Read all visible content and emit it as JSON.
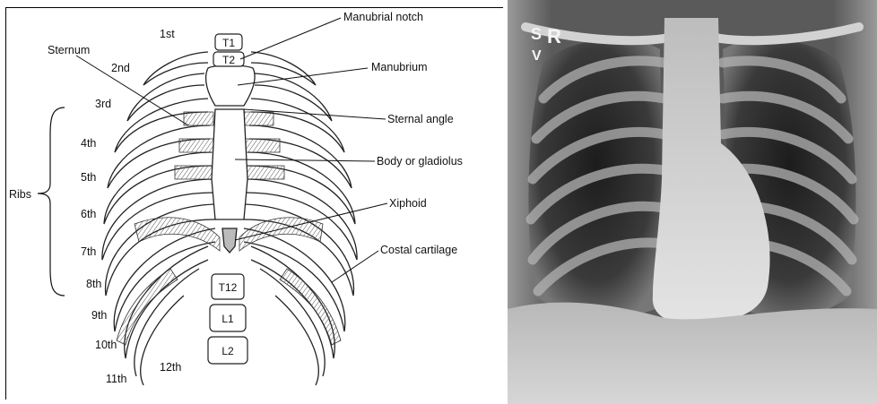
{
  "diagram": {
    "labels": {
      "manubrial_notch": "Manubrial notch",
      "sternum": "Sternum",
      "manubrium": "Manubrium",
      "sternal_angle": "Sternal angle",
      "body_or_gladiolus": "Body or gladiolus",
      "xiphoid": "Xiphoid",
      "costal_cartilage": "Costal cartilage",
      "ribs": "Ribs"
    },
    "rib_numbers": [
      "1st",
      "2nd",
      "3rd",
      "4th",
      "5th",
      "6th",
      "7th",
      "8th",
      "9th",
      "10th",
      "11th",
      "12th"
    ],
    "vertebrae": [
      "T1",
      "T2",
      "T12",
      "L1",
      "L2"
    ]
  },
  "xray": {
    "marker_letters": [
      "S",
      "R",
      "V"
    ]
  }
}
